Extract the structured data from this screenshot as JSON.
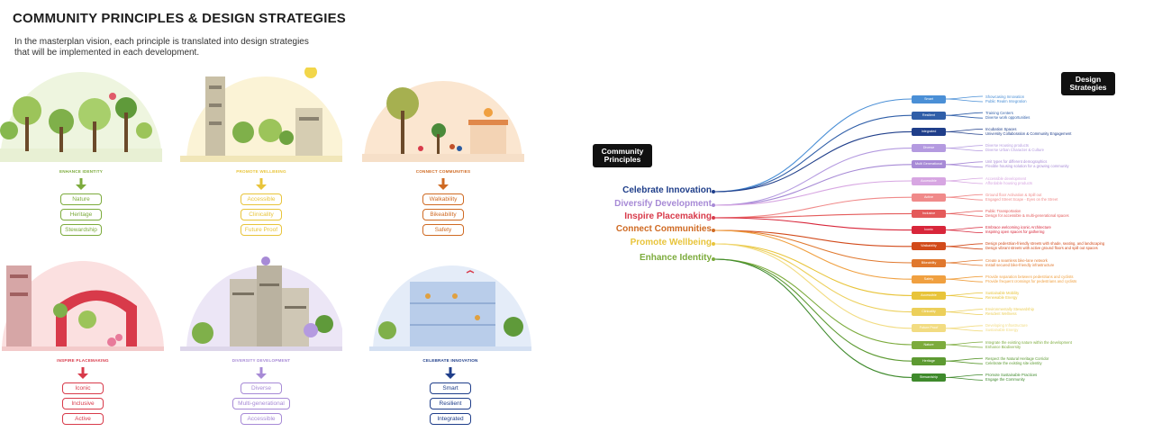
{
  "title": "COMMUNITY PRINCIPLES & DESIGN STRATEGIES",
  "subtitle": "In the masterplan vision, each principle is translated into design strategies that will be implemented in each development.",
  "colors": {
    "green": "#7cab3c",
    "yellow": "#e8c43a",
    "orange": "#cf6a23",
    "red": "#d83a4a",
    "purple": "#a78ad6",
    "navy": "#1f3e8a"
  },
  "tiles": [
    {
      "name": "ENHANCE IDENTITY",
      "color": "#7cab3c",
      "items": [
        "Nature",
        "Heritage",
        "Stewardship"
      ]
    },
    {
      "name": "PROMOTE WELLBEING",
      "color": "#e8c43a",
      "items": [
        "Accessible",
        "Clinicality",
        "Future Proof"
      ]
    },
    {
      "name": "CONNECT COMMUNITIES",
      "color": "#cf6a23",
      "items": [
        "Walkability",
        "Bikeability",
        "Safety"
      ]
    },
    {
      "name": "INSPIRE PLACEMAKING",
      "color": "#d83a4a",
      "items": [
        "Iconic",
        "Inclusive",
        "Active"
      ]
    },
    {
      "name": "DIVERSITY DEVELOPMENT",
      "color": "#a78ad6",
      "items": [
        "Diverse",
        "Multi-generational",
        "Accessible"
      ]
    },
    {
      "name": "CELEBRATE INNOVATION",
      "color": "#1f3e8a",
      "items": [
        "Smart",
        "Resilient",
        "Integrated"
      ]
    }
  ],
  "labels": {
    "community_principles": "Community Principles",
    "design_strategies": "Design Strategies"
  },
  "principles": [
    {
      "name": "Celebrate Innovation",
      "color": "#1f3e8a"
    },
    {
      "name": "Diversify Development",
      "color": "#a78ad6"
    },
    {
      "name": "Inspire Placemaking",
      "color": "#d83a4a"
    },
    {
      "name": "Connect Communities",
      "color": "#cf6a23"
    },
    {
      "name": "Promote Wellbeing",
      "color": "#e8c43a"
    },
    {
      "name": "Enhance Identity",
      "color": "#7cab3c"
    }
  ],
  "strategies": [
    {
      "name": "Smart",
      "color": "#4a8fd6",
      "principle": 0,
      "details": [
        "Showcasing Innovation",
        "Public Realm Integration"
      ]
    },
    {
      "name": "Resilient",
      "color": "#2f5ea8",
      "principle": 0,
      "details": [
        "Training Centers",
        "Diverse work opportunities"
      ]
    },
    {
      "name": "Integrated",
      "color": "#1f3e8a",
      "principle": 0,
      "details": [
        "Incubation Spaces",
        "University Collaboration & Community Engagement"
      ]
    },
    {
      "name": "Diverse",
      "color": "#b49ae0",
      "principle": 1,
      "details": [
        "Diverse Housing products",
        "Diverse Urban Character & Culture"
      ]
    },
    {
      "name": "Multi Generational",
      "color": "#a78ad6",
      "principle": 1,
      "details": [
        "Unit types for different demographics",
        "Flexible housing solution for a growing community"
      ]
    },
    {
      "name": "Accessible",
      "color": "#d7a6e2",
      "principle": 1,
      "details": [
        "Accessible development",
        "Affordable housing products"
      ]
    },
    {
      "name": "Active",
      "color": "#f08a8a",
      "principle": 2,
      "details": [
        "Ground floor Activation & Spill out",
        "Engaged Street Scape - Eyes on the Street"
      ]
    },
    {
      "name": "Inclusive",
      "color": "#e45a5a",
      "principle": 2,
      "details": [
        "Public Transportation",
        "Design for accessible & multi-generational spaces"
      ]
    },
    {
      "name": "Iconic",
      "color": "#d8263a",
      "principle": 2,
      "details": [
        "Embrace welcoming iconic Architecture",
        "Inspiring open spaces for gathering"
      ]
    },
    {
      "name": "Walkability",
      "color": "#d24a1a",
      "principle": 3,
      "details": [
        "Design pedestrian-friendly streets with shade, seating, and landscaping",
        "Design vibrant streets with active ground floors and spill out spaces"
      ]
    },
    {
      "name": "Bikeability",
      "color": "#e0782e",
      "principle": 3,
      "details": [
        "Create a seamless bike-lane network",
        "Install secured bike-friendly infrastructure"
      ]
    },
    {
      "name": "Safety",
      "color": "#f0a040",
      "principle": 3,
      "details": [
        "Provide separation between pedestrians and cyclists",
        "Provide frequent crossings for pedestrians and cyclists"
      ]
    },
    {
      "name": "Accessible",
      "color": "#e8c43a",
      "principle": 4,
      "details": [
        "Sustainable Mobility",
        "Renewable Energy"
      ]
    },
    {
      "name": "Clinicality",
      "color": "#eccf5a",
      "principle": 4,
      "details": [
        "Environmentally Stewardship",
        "Resident Wellness"
      ]
    },
    {
      "name": "Future Proof",
      "color": "#f2dc82",
      "principle": 4,
      "details": [
        "Developing Infrastructure",
        "Sustainable Energy"
      ]
    },
    {
      "name": "Nature",
      "color": "#7cab3c",
      "principle": 5,
      "details": [
        "Integrate the existing nature within the development",
        "Enhance Biodiversity"
      ]
    },
    {
      "name": "Heritage",
      "color": "#5d9a32",
      "principle": 5,
      "details": [
        "Respect the Natural Heritage Corridor",
        "Celebrate the existing site identity"
      ]
    },
    {
      "name": "Stewardship",
      "color": "#3f8a2c",
      "principle": 5,
      "details": [
        "Promote Sustainable Practices",
        "Engage the Community"
      ]
    }
  ]
}
